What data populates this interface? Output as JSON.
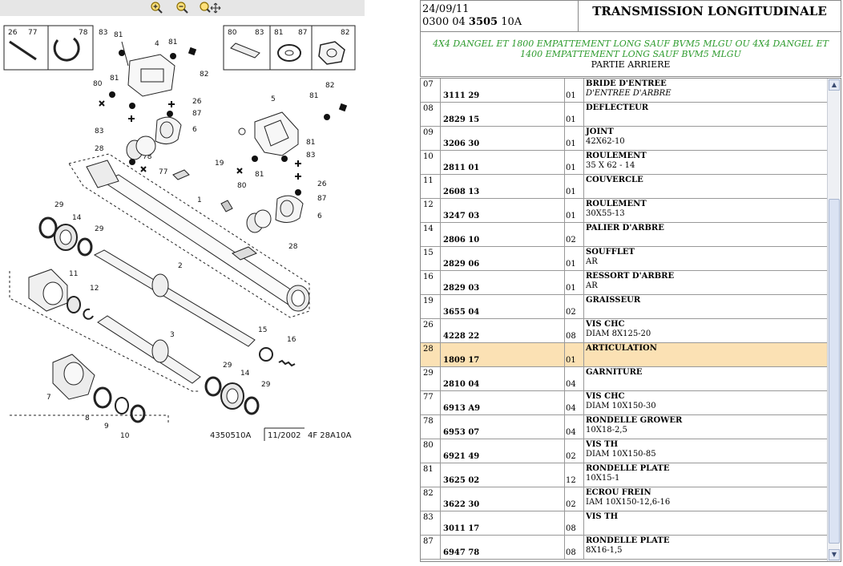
{
  "diagram": {
    "callouts": {
      "n26a": "26",
      "n77a": "77",
      "n78a": "78",
      "n80a": "80",
      "n83a": "83",
      "n81a": "81",
      "n87a": "87",
      "n82a": "82",
      "p83": "83",
      "p81": "81",
      "p4": "4",
      "p81b": "81",
      "p82": "82",
      "p80": "80",
      "p81c": "81",
      "p26": "26",
      "p87": "87",
      "p6": "6",
      "p83b": "83",
      "p28": "28",
      "p78": "78",
      "p77": "77",
      "p19": "19",
      "p5": "5",
      "p81d": "81",
      "p81e": "81",
      "p83c": "83",
      "p80b": "80",
      "p81f": "81",
      "p26b": "26",
      "p87b": "87",
      "p6b": "6",
      "p1": "1",
      "p28b": "28",
      "p29": "29",
      "p14": "14",
      "p29b": "29",
      "p2": "2",
      "p11": "11",
      "p12": "12",
      "p3": "3",
      "p15": "15",
      "p16": "16",
      "p7": "7",
      "p8": "8",
      "p9": "9",
      "p10": "10",
      "p29c": "29",
      "p14b": "14",
      "p29d": "29"
    },
    "footer_ref": "4350510A",
    "footer_date": "11/2002",
    "footer_code": "4F 28A10A"
  },
  "header": {
    "date": "24/09/11",
    "code_prefix": "0300 04",
    "code_bold": "3505",
    "code_suffix": "10A",
    "title": "TRANSMISSION LONGITUDINALE",
    "subtitle": "4X4 DANGEL ET 1800 EMPATTEMENT LONG SAUF BVM5 MLGU OU 4X4 DANGEL ET 1400 EMPATTEMENT LONG SAUF BVM5 MLGU",
    "section": "PARTIE ARRIERE"
  },
  "parts": [
    {
      "ref": "07",
      "pn": "3111 29",
      "qty": "01",
      "designation": "BRIDE D'ENTREE",
      "detail": "D'ENTREE D'ARBRE",
      "italic": true
    },
    {
      "ref": "08",
      "pn": "2829 15",
      "qty": "01",
      "designation": "DEFLECTEUR",
      "detail": ""
    },
    {
      "ref": "09",
      "pn": "3206 30",
      "qty": "01",
      "designation": "JOINT",
      "detail": "42X62-10"
    },
    {
      "ref": "10",
      "pn": "2811 01",
      "qty": "01",
      "designation": "ROULEMENT",
      "detail": "35 X 62 - 14"
    },
    {
      "ref": "11",
      "pn": "2608 13",
      "qty": "01",
      "designation": "COUVERCLE",
      "detail": ""
    },
    {
      "ref": "12",
      "pn": "3247 03",
      "qty": "01",
      "designation": "ROULEMENT",
      "detail": "30X55-13"
    },
    {
      "ref": "14",
      "pn": "2806 10",
      "qty": "02",
      "designation": "PALIER D'ARBRE",
      "detail": ""
    },
    {
      "ref": "15",
      "pn": "2829 06",
      "qty": "01",
      "designation": "SOUFFLET",
      "detail": "AR"
    },
    {
      "ref": "16",
      "pn": "2829 03",
      "qty": "01",
      "designation": "RESSORT D'ARBRE",
      "detail": "AR"
    },
    {
      "ref": "19",
      "pn": "3655 04",
      "qty": "02",
      "designation": "GRAISSEUR",
      "detail": ""
    },
    {
      "ref": "26",
      "pn": "4228 22",
      "qty": "08",
      "designation": "VIS CHC",
      "detail": "DIAM 8X125-20"
    },
    {
      "ref": "28",
      "pn": "1809 17",
      "qty": "01",
      "designation": "ARTICULATION",
      "detail": "",
      "selected": true
    },
    {
      "ref": "29",
      "pn": "2810 04",
      "qty": "04",
      "designation": "GARNITURE",
      "detail": ""
    },
    {
      "ref": "77",
      "pn": "6913 A9",
      "qty": "04",
      "designation": "VIS CHC",
      "detail": "DIAM 10X150-30"
    },
    {
      "ref": "78",
      "pn": "6953 07",
      "qty": "04",
      "designation": "RONDELLE GROWER",
      "detail": "10X18-2,5"
    },
    {
      "ref": "80",
      "pn": "6921 49",
      "qty": "02",
      "designation": "VIS TH",
      "detail": "DIAM 10X150-85"
    },
    {
      "ref": "81",
      "pn": "3625 02",
      "qty": "12",
      "designation": "RONDELLE PLATE",
      "detail": "10X15-1"
    },
    {
      "ref": "82",
      "pn": "3622 30",
      "qty": "02",
      "designation": "ECROU FREIN",
      "detail": "IAM 10X150-12,6-16"
    },
    {
      "ref": "83",
      "pn": "3011 17",
      "qty": "08",
      "designation": "VIS TH",
      "detail": ""
    },
    {
      "ref": "87",
      "pn": "6947 78",
      "qty": "08",
      "designation": "RONDELLE PLATE",
      "detail": "8X16-1,5"
    }
  ],
  "scrollbar": {
    "up_icon": "triangle-up",
    "down_icon": "triangle-down"
  },
  "colors": {
    "selected_row": "#fbe1b4",
    "subtitle_green": "#2e9b2e",
    "toolbar": "#e6e6e6"
  }
}
